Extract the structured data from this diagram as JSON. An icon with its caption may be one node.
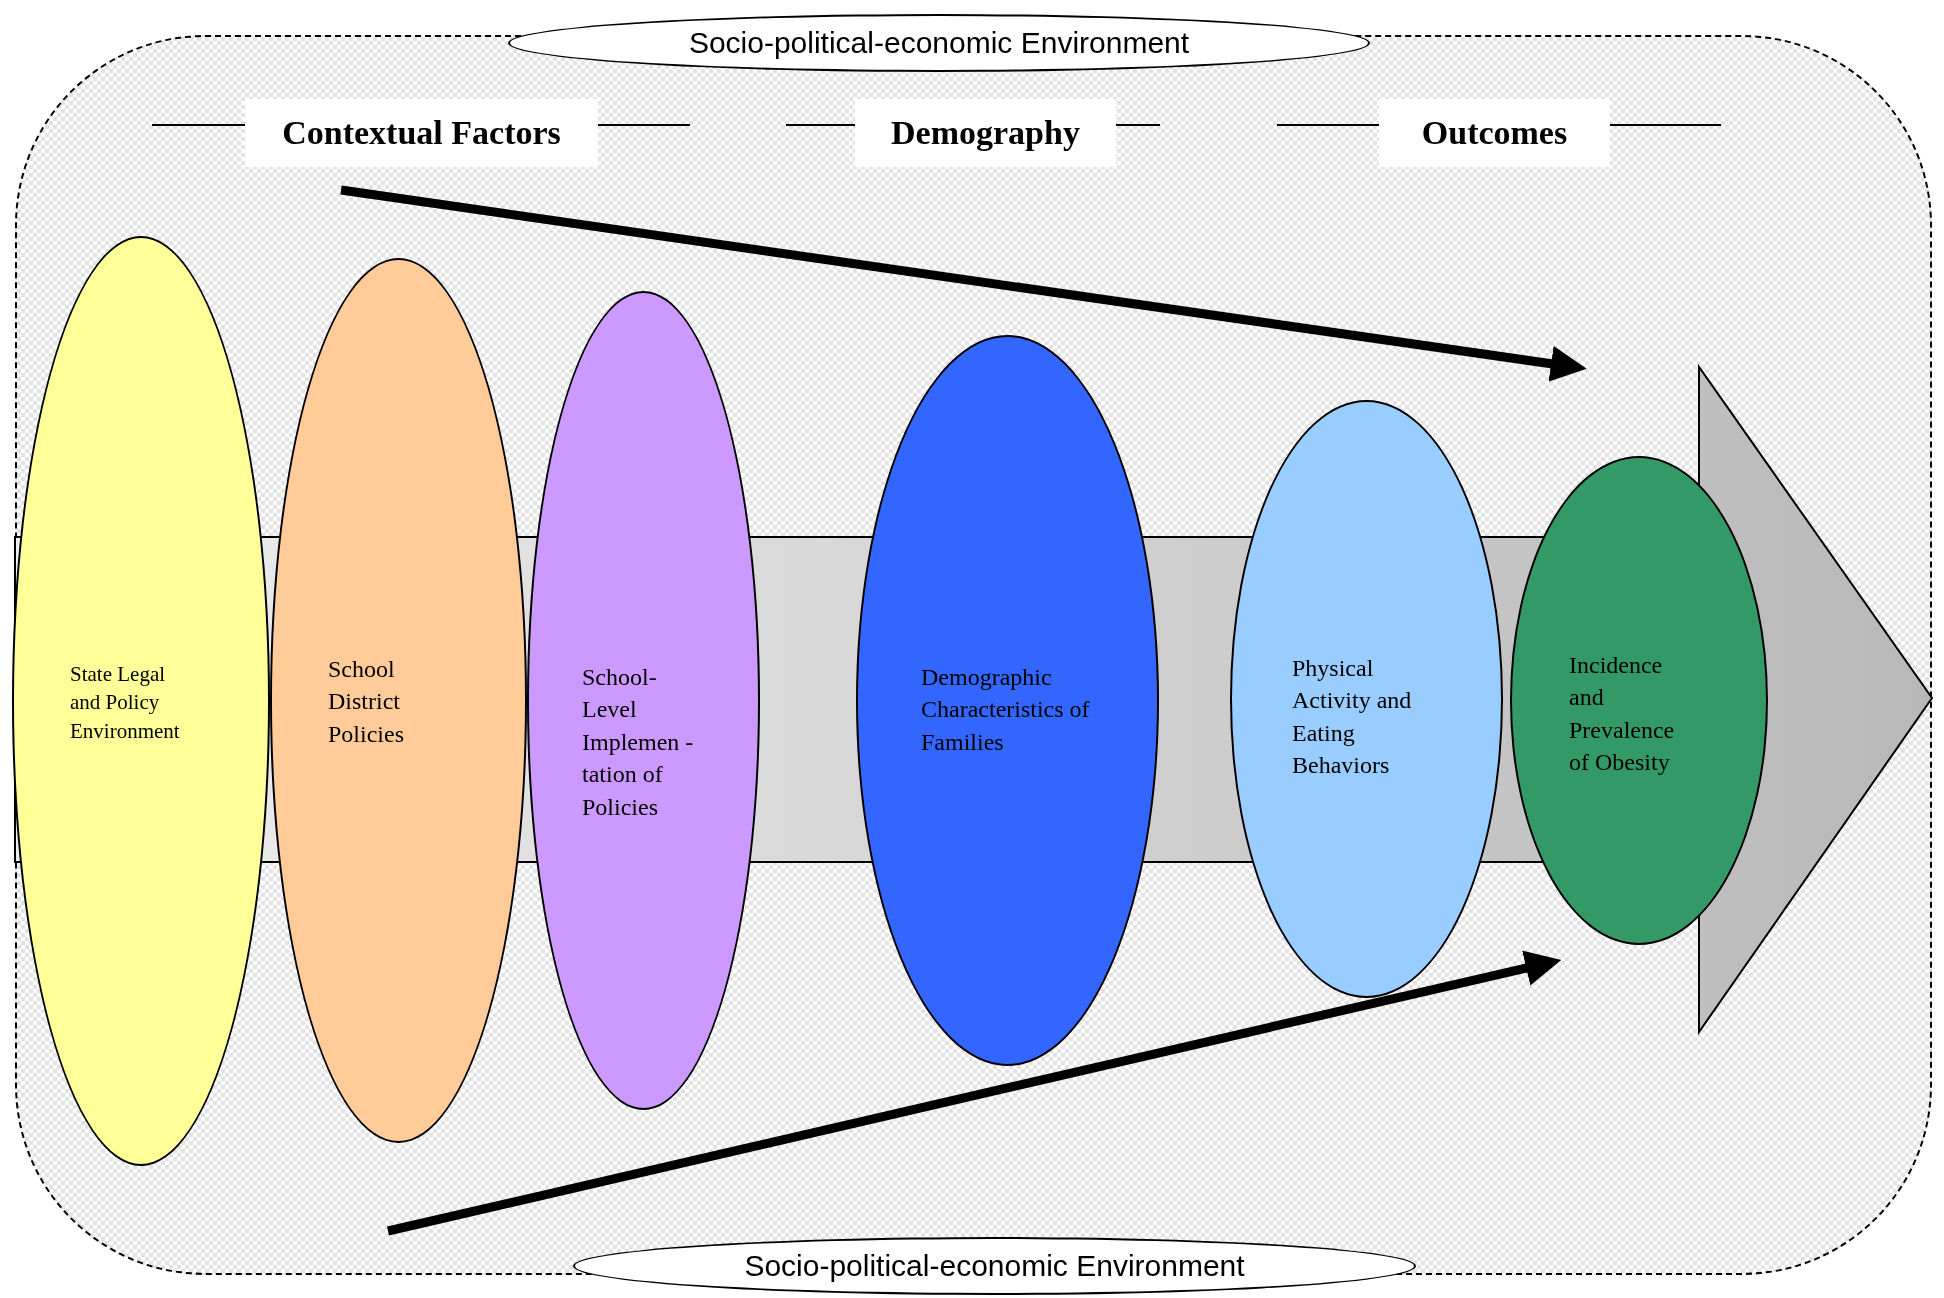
{
  "diagram": {
    "nodes": [
      {
        "text": [
          "Socio-political-economic Environment"
        ]
      },
      {
        "text": [
          "Socio-political-economic Environment"
        ]
      },
      {
        "text": [
          "State Legal and Policy Environment"
        ]
      },
      {
        "text": [
          "School District Policies"
        ]
      },
      {
        "text": [
          "School-Level Implemen -tation of Policies"
        ]
      },
      {
        "text": [
          "Demographic Characteristics of Families"
        ]
      },
      {
        "text": [
          "Physical Activity and Eating Behaviors"
        ]
      },
      {
        "text": [
          "Incidence and Prevalence of Obesity"
        ]
      }
    ],
    "labels": [
      "Contextual Factors",
      "Demography",
      "Outcomes"
    ]
  }
}
